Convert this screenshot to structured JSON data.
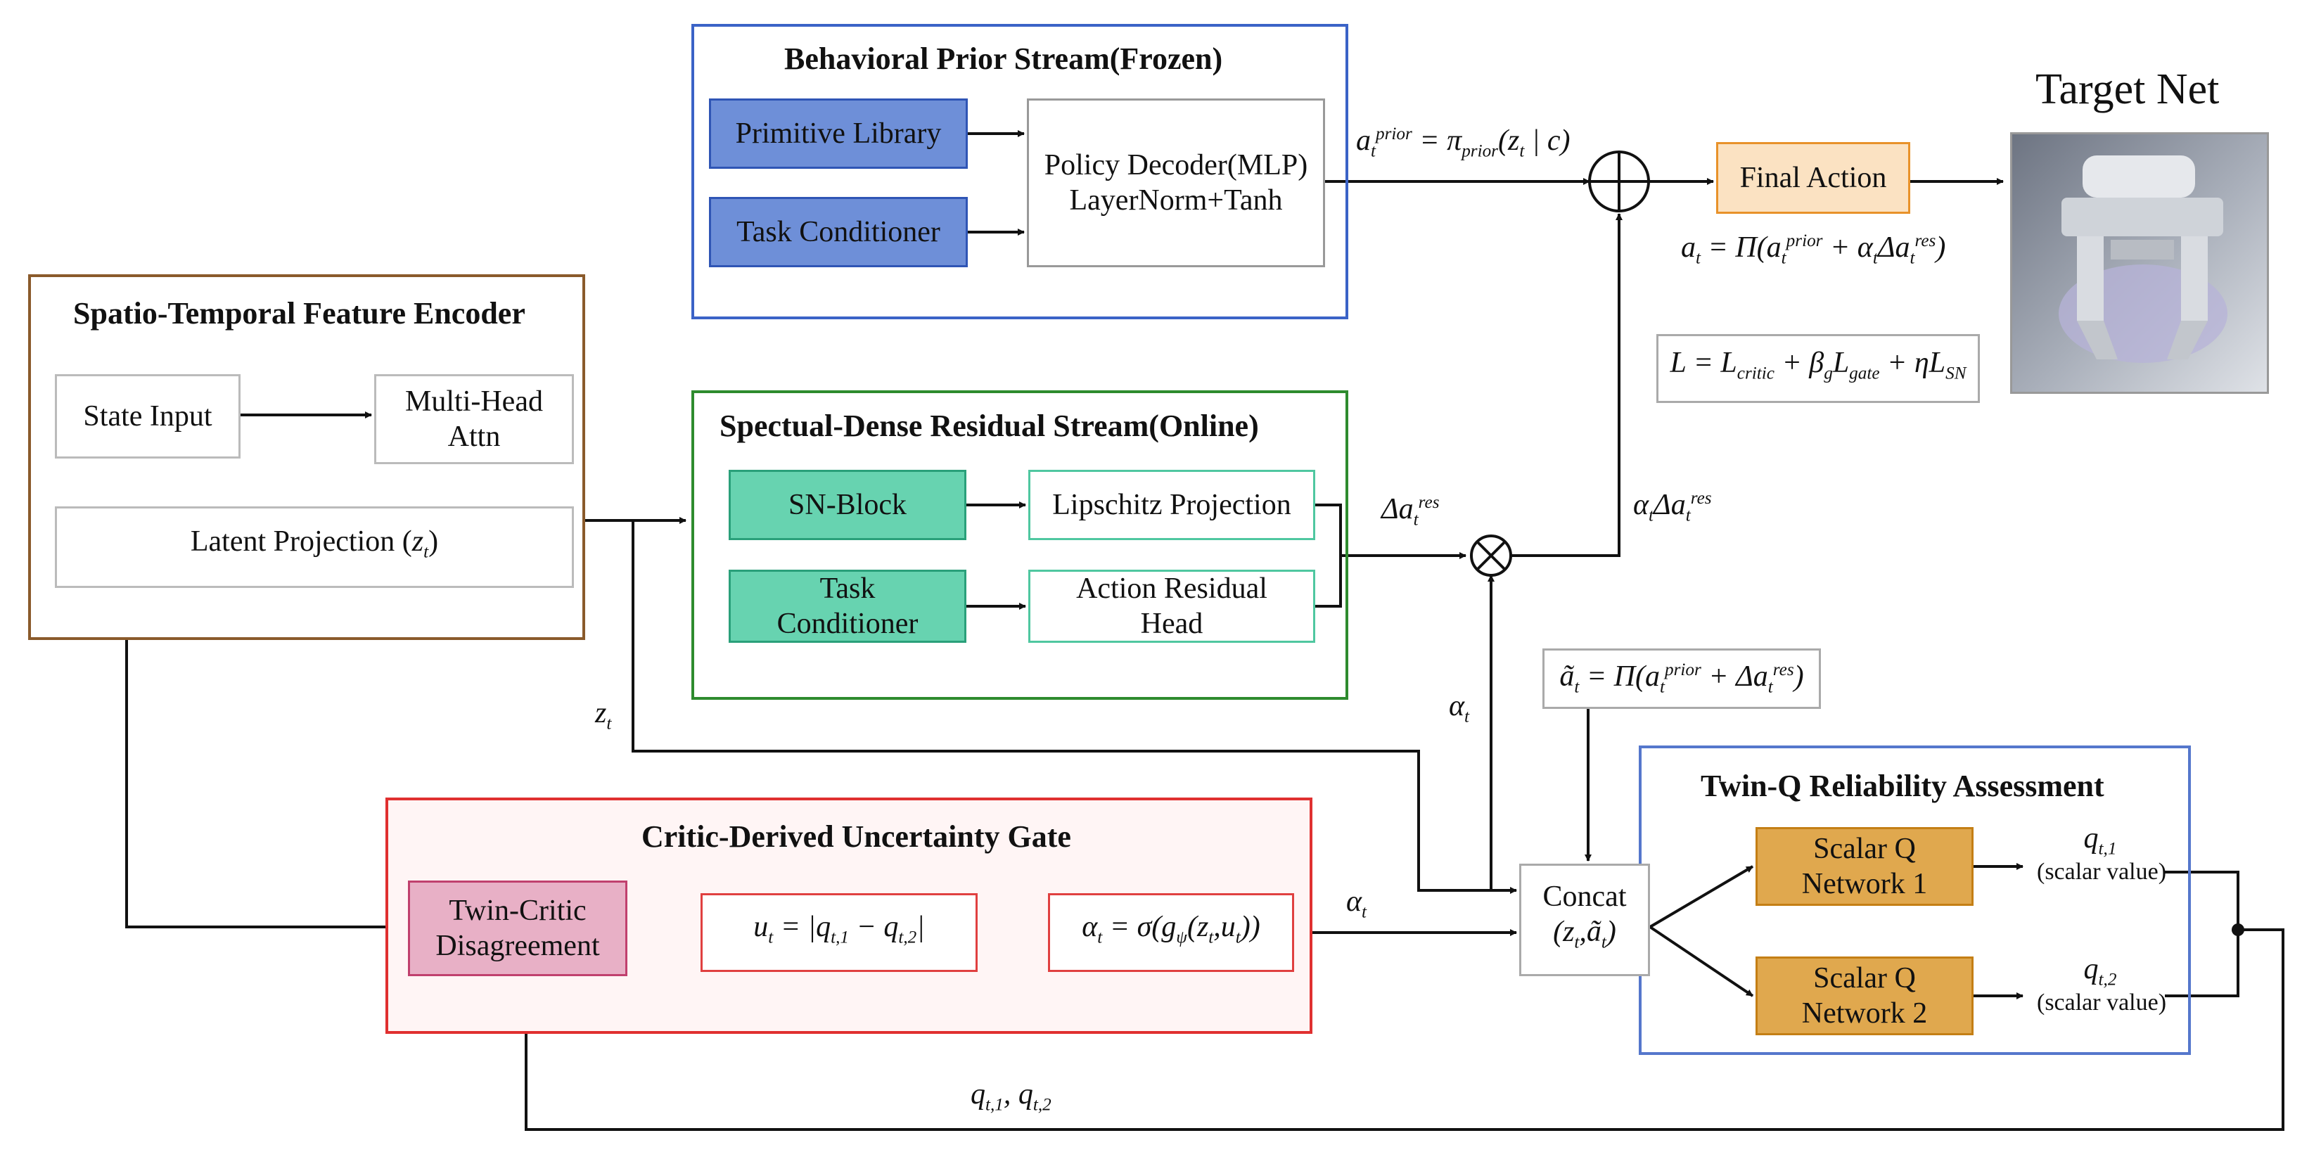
{
  "prior_stream": {
    "title": "Behavioral Prior Stream(Frozen)",
    "primitive_library": "Primitive Library",
    "task_conditioner": "Task Conditioner",
    "decoder_line1": "Policy Decoder(MLP)",
    "decoder_line2": "LayerNorm+Tanh"
  },
  "encoder": {
    "title": "Spatio-Temporal Feature Encoder",
    "state_input": "State Input",
    "mha_line1": "Multi-Head",
    "mha_line2": "Attn",
    "latent": "Latent Projection"
  },
  "residual_stream": {
    "title": "Spectual-Dense Residual Stream(Online)",
    "sn_block": "SN-Block",
    "lipschitz": "Lipschitz Projection",
    "task_line1": "Task",
    "task_line2": "Conditioner",
    "arh_line1": "Action Residual",
    "arh_line2": "Head"
  },
  "gate": {
    "title": "Critic-Derived Uncertainty Gate",
    "tcd_line1": "Twin-Critic",
    "tcd_line2": "Disagreement"
  },
  "twin_q": {
    "title": "Twin-Q Reliability Assessment",
    "q1_line1": "Scalar Q",
    "q1_line2": "Network 1",
    "q2_line1": "Scalar Q",
    "q2_line2": "Network 2",
    "scalar_value": "(scalar value)"
  },
  "concat": {
    "label": "Concat"
  },
  "final_action": "Final Action",
  "target_net": "Target Net",
  "colors": {
    "prior_frame": "#3b63c7",
    "encoder_frame": "#8a5a2b",
    "residual_frame": "#2e8b2e",
    "gate_frame": "#e03030",
    "twin_frame": "#5577cc",
    "prior_box_fill": "#6e8fd8",
    "residual_box_fill": "#67d3b0",
    "gate_box_fill": "#e8b0c6",
    "q_box_fill": "#e0a84e",
    "final_fill": "#fbe2c2"
  }
}
